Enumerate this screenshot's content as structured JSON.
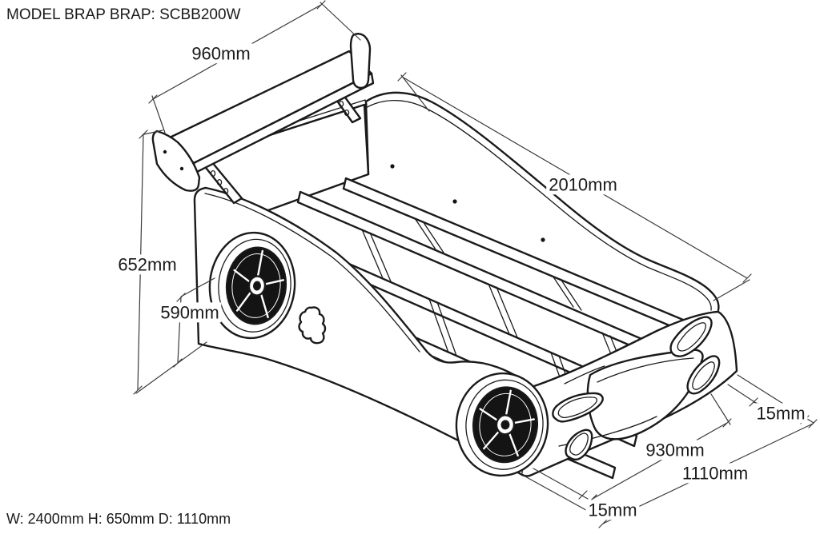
{
  "title": "MODEL BRAP BRAP: SCBB200W",
  "footer": {
    "spec": "W: 2400mm H: 650mm D: 1110mm"
  },
  "dimensions": {
    "spoiler_width": "960mm",
    "bed_length": "2010mm",
    "total_height": "652mm",
    "body_height": "590mm",
    "side_panel_thickness": "15mm",
    "inner_width": "930mm",
    "overall_width": "1110mm",
    "front_panel_thickness": "15mm"
  },
  "colors": {
    "line": "#1a1a1a",
    "dimension_line": "#3a3a3a",
    "background": "#ffffff"
  }
}
